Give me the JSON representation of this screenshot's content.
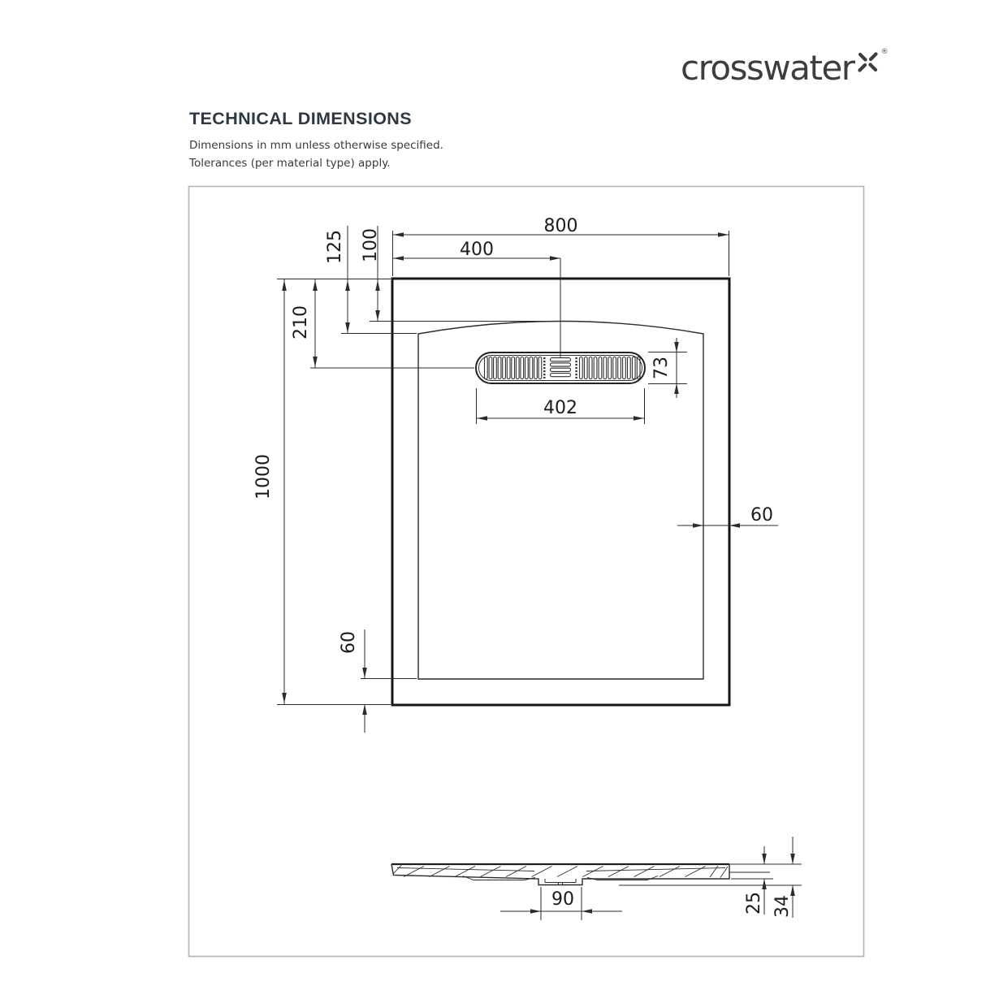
{
  "logo": {
    "brand": "crosswater",
    "registered_mark": "®"
  },
  "header": {
    "title": "TECHNICAL DIMENSIONS",
    "note_line1": "Dimensions in mm unless otherwise specified.",
    "note_line2": "Tolerances (per material type) apply."
  },
  "plan_view": {
    "overall_width_mm": "800",
    "drain_center_from_left_mm": "400",
    "lip_to_floor_edge_mm": "125",
    "lip_to_floor_peak_mm": "100",
    "drain_center_from_top_mm": "210",
    "overall_length_mm": "1000",
    "waste_cover_width_mm": "402",
    "waste_cover_height_mm": "73",
    "right_border_mm": "60",
    "bottom_border_mm": "60"
  },
  "side_view": {
    "waste_outlet_width_mm": "90",
    "edge_height_mm": "25",
    "overall_height_mm": "34"
  },
  "colors": {
    "line": "#2b2b2b",
    "title_text": "#2e3842",
    "page_border": "#b3b3b3",
    "logo_text": "#3d3d3d"
  }
}
